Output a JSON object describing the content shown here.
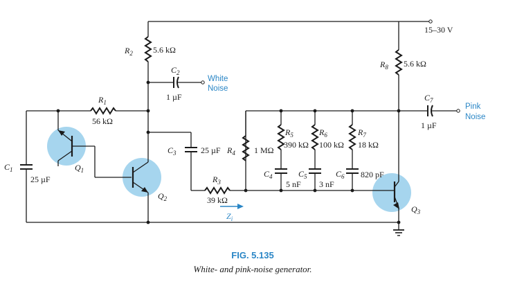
{
  "supply": {
    "label": "15–30 V"
  },
  "components": {
    "R1": {
      "name": "R",
      "sub": "1",
      "value": "56 kΩ"
    },
    "R2": {
      "name": "R",
      "sub": "2",
      "value": "5.6 kΩ"
    },
    "R3": {
      "name": "R",
      "sub": "3",
      "value": "39 kΩ"
    },
    "R4": {
      "name": "R",
      "sub": "4",
      "value": "1 MΩ"
    },
    "R5": {
      "name": "R",
      "sub": "5",
      "value": "390 kΩ"
    },
    "R6": {
      "name": "R",
      "sub": "6",
      "value": "100 kΩ"
    },
    "R7": {
      "name": "R",
      "sub": "7",
      "value": "18 kΩ"
    },
    "R8": {
      "name": "R",
      "sub": "8",
      "value": "5.6 kΩ"
    },
    "C1": {
      "name": "C",
      "sub": "1",
      "value": "25 µF"
    },
    "C2": {
      "name": "C",
      "sub": "2",
      "value": "1 µF"
    },
    "C3": {
      "name": "C",
      "sub": "3",
      "value": "25 µF"
    },
    "C4": {
      "name": "C",
      "sub": "4",
      "value": "5 nF"
    },
    "C5": {
      "name": "C",
      "sub": "5",
      "value": "3 nF"
    },
    "C6": {
      "name": "C",
      "sub": "6",
      "value": "820 pF"
    },
    "C7": {
      "name": "C",
      "sub": "7",
      "value": "1 µF"
    },
    "Q1": {
      "name": "Q",
      "sub": "1"
    },
    "Q2": {
      "name": "Q",
      "sub": "2"
    },
    "Q3": {
      "name": "Q",
      "sub": "3"
    }
  },
  "outputs": {
    "white": {
      "line1": "White",
      "line2": "Noise"
    },
    "pink": {
      "line1": "Pink",
      "line2": "Noise"
    }
  },
  "zi": {
    "name": "Z",
    "sub": "i"
  },
  "figure": {
    "number": "FIG. 5.135",
    "caption": "White- and pink-noise generator."
  },
  "colors": {
    "transistor_highlight": "#a6d5ee",
    "accent": "#2a86c6",
    "wire": "#1a1a1a"
  }
}
